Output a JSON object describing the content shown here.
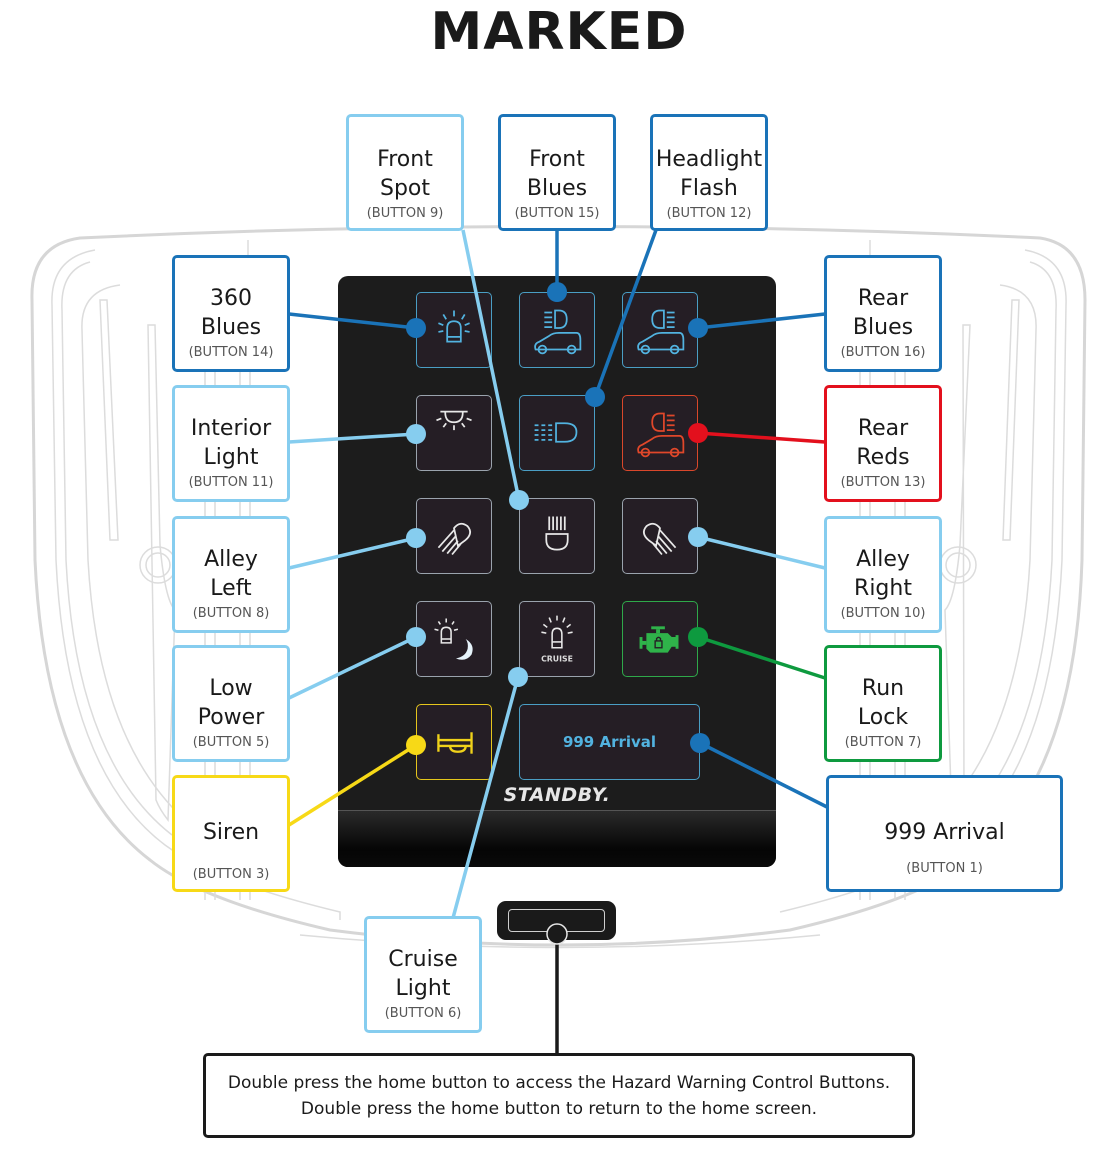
{
  "title": "MARKED",
  "device": {
    "brand": "STANDBY.",
    "wide_button_label": "999 Arrival",
    "cruise_badge": "CRUISE",
    "tiles": [
      {
        "name": "360 Blues",
        "icon": "beacon-icon",
        "color": "blue"
      },
      {
        "name": "Front Blues",
        "icon": "front-light-car-icon",
        "color": "blue"
      },
      {
        "name": "Rear Blues",
        "icon": "rear-light-car-icon",
        "color": "blue"
      },
      {
        "name": "Interior Light",
        "icon": "interior-light-icon",
        "color": "white"
      },
      {
        "name": "Headlight Flash",
        "icon": "headlight-flash-icon",
        "color": "blue"
      },
      {
        "name": "Rear Reds",
        "icon": "rear-light-car-icon",
        "color": "red"
      },
      {
        "name": "Alley Left",
        "icon": "alley-left-icon",
        "color": "white"
      },
      {
        "name": "Front Spot",
        "icon": "spotlight-icon",
        "color": "white"
      },
      {
        "name": "Alley Right",
        "icon": "alley-right-icon",
        "color": "white"
      },
      {
        "name": "Low Power",
        "icon": "beacon-moon-icon",
        "color": "white"
      },
      {
        "name": "Cruise Light",
        "icon": "cruise-beacon-icon",
        "color": "white"
      },
      {
        "name": "Run Lock",
        "icon": "engine-lock-icon",
        "color": "green"
      },
      {
        "name": "Siren",
        "icon": "horn-icon",
        "color": "yellow"
      },
      {
        "name": "999 Arrival",
        "icon": "text-button",
        "color": "blue"
      }
    ]
  },
  "labels": {
    "front_spot": {
      "line1": "Front",
      "line2": "Spot",
      "sub": "(BUTTON 9)"
    },
    "front_blues": {
      "line1": "Front",
      "line2": "Blues",
      "sub": "(BUTTON 15)"
    },
    "headlight_flash": {
      "line1": "Headlight",
      "line2": "Flash",
      "sub": "(BUTTON 12)"
    },
    "blues_360": {
      "line1": "360",
      "line2": "Blues",
      "sub": "(BUTTON 14)"
    },
    "interior_light": {
      "line1": "Interior",
      "line2": "Light",
      "sub": "(BUTTON 11)"
    },
    "alley_left": {
      "line1": "Alley",
      "line2": "Left",
      "sub": "(BUTTON 8)"
    },
    "low_power": {
      "line1": "Low",
      "line2": "Power",
      "sub": "(BUTTON 5)"
    },
    "siren": {
      "line1": "Siren",
      "sub": "(BUTTON 3)"
    },
    "rear_blues": {
      "line1": "Rear",
      "line2": "Blues",
      "sub": "(BUTTON 16)"
    },
    "rear_reds": {
      "line1": "Rear",
      "line2": "Reds",
      "sub": "(BUTTON 13)"
    },
    "alley_right": {
      "line1": "Alley",
      "line2": "Right",
      "sub": "(BUTTON 10)"
    },
    "run_lock": {
      "line1": "Run",
      "line2": "Lock",
      "sub": "(BUTTON 7)"
    },
    "arrival_999": {
      "line1": "999 Arrival",
      "sub": "(BUTTON 1)"
    },
    "cruise_light": {
      "line1": "Cruise",
      "line2": "Light",
      "sub": "(BUTTON 6)"
    }
  },
  "note": {
    "line1": "Double press the home button to access the Hazard Warning Control Buttons.",
    "line2": "Double press the home button to return to the home screen."
  },
  "colors": {
    "light_blue": "#86cdef",
    "dark_blue": "#1a73b8",
    "red": "#e3101d",
    "green": "#0e9a3f",
    "yellow": "#f7d917",
    "icon_blue": "#52b3e0",
    "icon_red": "#e0472a",
    "icon_green": "#2fb34a",
    "icon_yellow": "#f0d21a"
  }
}
